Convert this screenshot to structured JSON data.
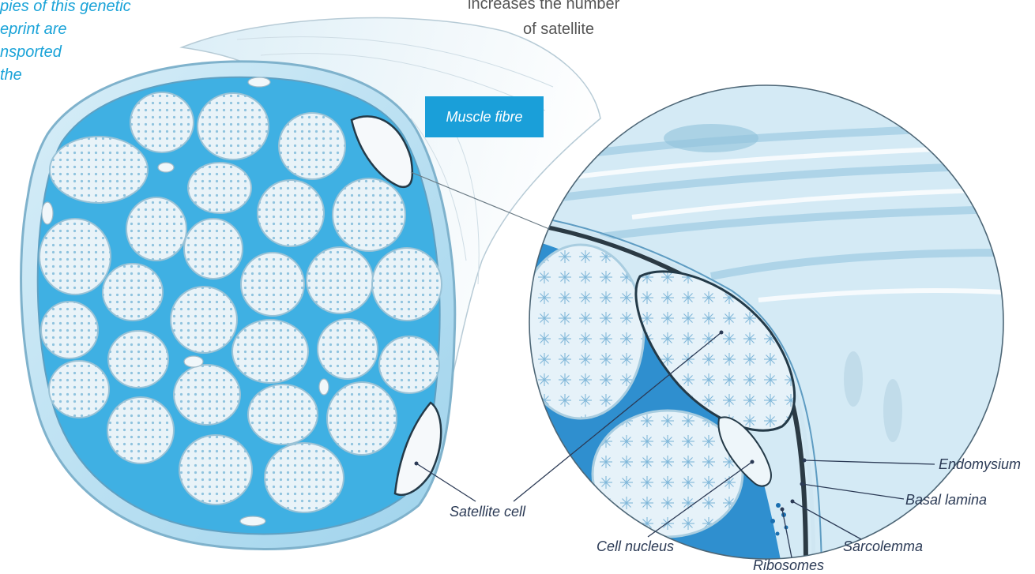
{
  "intro_text": {
    "line1": "pies of this genetic",
    "line2": "eprint are",
    "line3": "nsported",
    "line4": "the"
  },
  "top_text": {
    "line1": "increases the number",
    "line2": "of satellite"
  },
  "badge": "Muscle fibre",
  "labels": {
    "satellite_cell": "Satellite cell",
    "cell_nucleus": "Cell nucleus",
    "ribosomes": "Ribosomes",
    "sarcolemma": "Sarcolemma",
    "basal_lamina": "Basal lamina",
    "endomysium": "Endomysium"
  },
  "colors": {
    "accent": "#1a9fd9",
    "label_text": "#2b3a55",
    "leader_line": "#2b3a55"
  }
}
